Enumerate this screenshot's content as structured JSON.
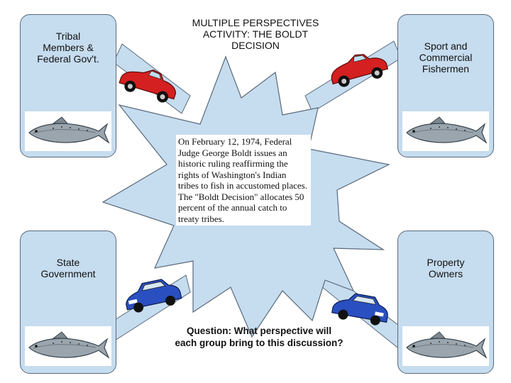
{
  "title": "MULTIPLE PERSPECTIVES\nACTIVITY:  THE BOLDT\nDECISION",
  "groups": {
    "tribal": "Tribal\nMembers &\nFederal Gov't.",
    "fishermen": "Sport  and\nCommercial\nFishermen",
    "state": "State\nGovernment",
    "property": "Property\nOwners"
  },
  "ruling_text": "On February 12, 1974, Federal Judge George Boldt issues an historic ruling reaffirming the rights of Washington's Indian tribes to fish in accustomed places. The \"Boldt Decision\" allocates 50 percent of the annual catch to treaty tribes.",
  "question": "Question:  What perspective will\neach group bring to this discussion?",
  "colors": {
    "panel_fill": "#c6dcef",
    "panel_border": "#5a6a7a",
    "red_car": "#d42020",
    "blue_car": "#2a4fc0",
    "fish_body": "#9aa5ad"
  },
  "icons": [
    "red-car-icon",
    "blue-car-icon",
    "salmon-icon"
  ]
}
